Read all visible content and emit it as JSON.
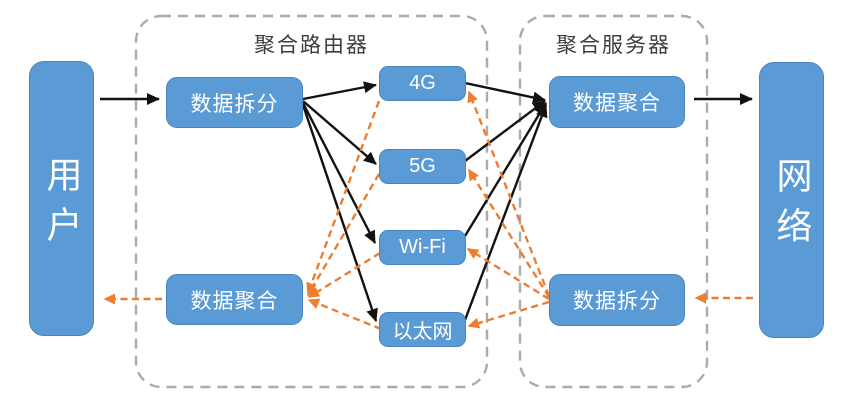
{
  "diagram": {
    "user": {
      "label": "用户"
    },
    "network": {
      "label": "网络"
    },
    "router": {
      "title": "聚合路由器",
      "split": "数据拆分",
      "merge": "数据聚合"
    },
    "server": {
      "title": "聚合服务器",
      "merge": "数据聚合",
      "split": "数据拆分"
    },
    "channels": [
      "4G",
      "5G",
      "Wi-Fi",
      "以太网"
    ],
    "colors": {
      "node_fill": "#5B9BD5",
      "node_border": "#4A84C0",
      "node_text": "#FFFFFF",
      "upstream_arrow": "#121212",
      "downstream_arrow": "#ED7D31",
      "container_border": "#ABABAB",
      "title_text": "#3D3D3D",
      "canvas_bg": "#FFFFFF"
    }
  }
}
